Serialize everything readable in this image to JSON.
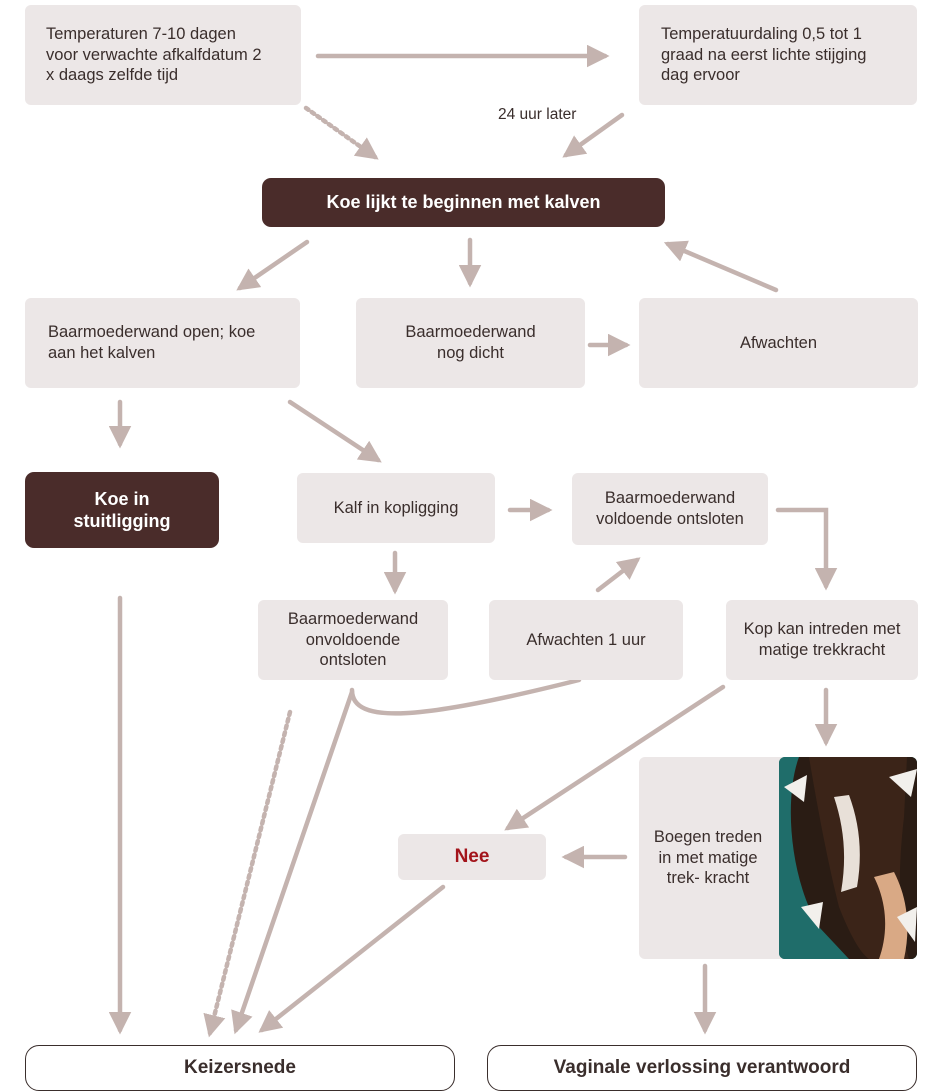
{
  "nodes": {
    "temp_measure": "Temperaturen 7-10 dagen voor verwachte afkalfdatum 2 x daags zelfde tijd",
    "temp_drop": "Temperatuurdaling 0,5 tot 1 graad na eerst lichte stijging dag ervoor",
    "later_label": "24 uur later",
    "start_calving": "Koe lijkt te beginnen met kalven",
    "cervix_open": "Baarmoederwand open; koe aan het kalven",
    "cervix_closed": "Baarmoederwand nog dicht",
    "wait": "Afwachten",
    "breech": "Koe in stuitligging",
    "head_first": "Kalf in kopligging",
    "cervix_dilated": "Baarmoederwand voldoende ontsloten",
    "cervix_insufficient": "Baarmoederwand onvoldoende ontsloten",
    "wait_1h": "Afwachten 1 uur",
    "head_enters": "Kop kan intreden met matige trekkracht",
    "legs_enter": "Boegen treden in met matige trek- kracht",
    "no": "Nee",
    "caesarean": "Keizersnede",
    "vaginal": "Vaginale verlossing verantwoord"
  },
  "colors": {
    "box_fill": "#ece7e7",
    "dark_fill": "#4a2c2a",
    "arrow": "#c4b3af",
    "no_text": "#a3141b"
  }
}
